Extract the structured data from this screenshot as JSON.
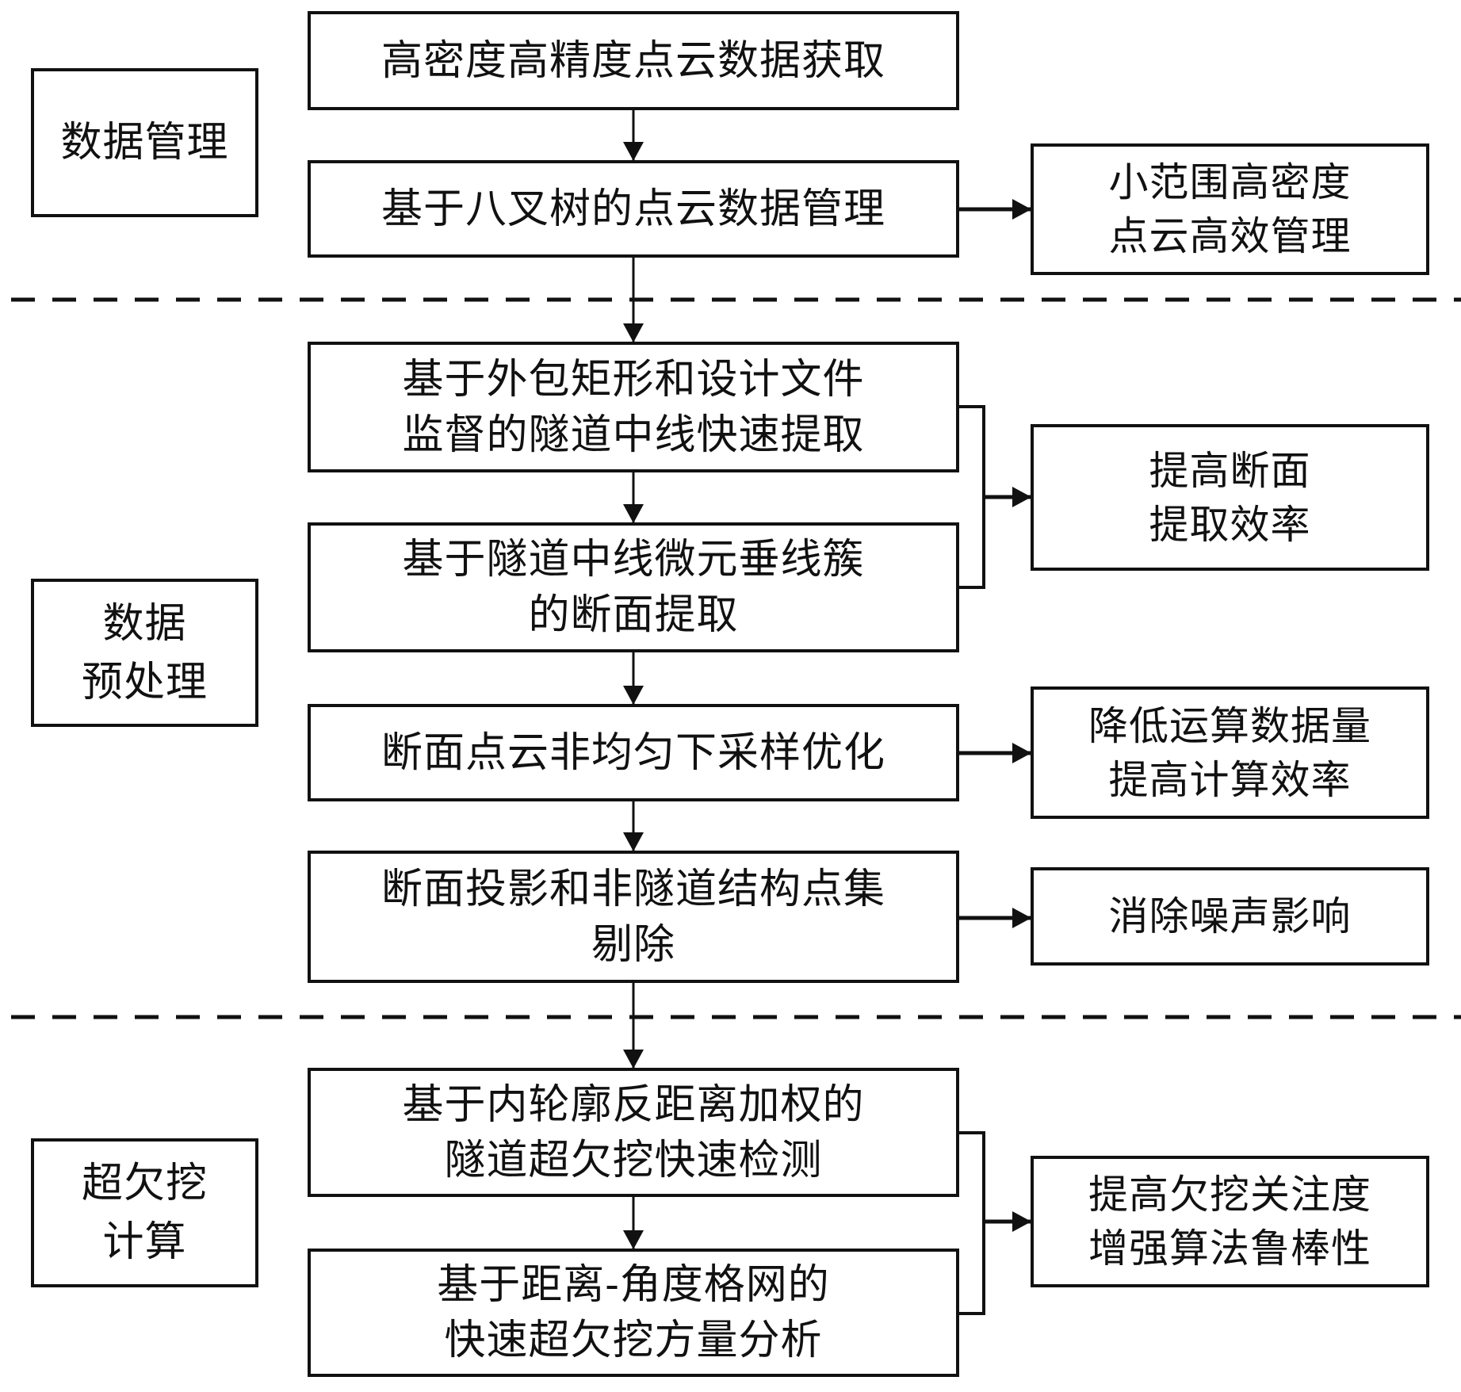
{
  "title": "点云隧道超欠挖检测流程",
  "sections": [
    {
      "label": "数据管理",
      "steps": [
        "高密度高精度点云数据获取",
        "基于八叉树的点云数据管理"
      ],
      "outcomes": [
        "小范围高密度\n点云高效管理"
      ]
    },
    {
      "label": "数据\n预处理",
      "steps": [
        "基于外包矩形和设计文件\n监督的隧道中线快速提取",
        "基于隧道中线微元垂线簇\n的断面提取",
        "断面点云非均匀下采样优化",
        "断面投影和非隧道结构点集\n剔除"
      ],
      "outcomes": [
        "提高断面\n提取效率",
        "降低运算数据量\n提高计算效率",
        "消除噪声影响"
      ]
    },
    {
      "label": "超欠挖\n计算",
      "steps": [
        "基于内轮廓反距离加权的\n隧道超欠挖快速检测",
        "基于距离-角度格网的\n快速超欠挖方量分析"
      ],
      "outcomes": [
        "提高欠挖关注度\n增强算法鲁棒性"
      ]
    }
  ],
  "colors": {
    "line": "#111111",
    "background": "#ffffff"
  }
}
